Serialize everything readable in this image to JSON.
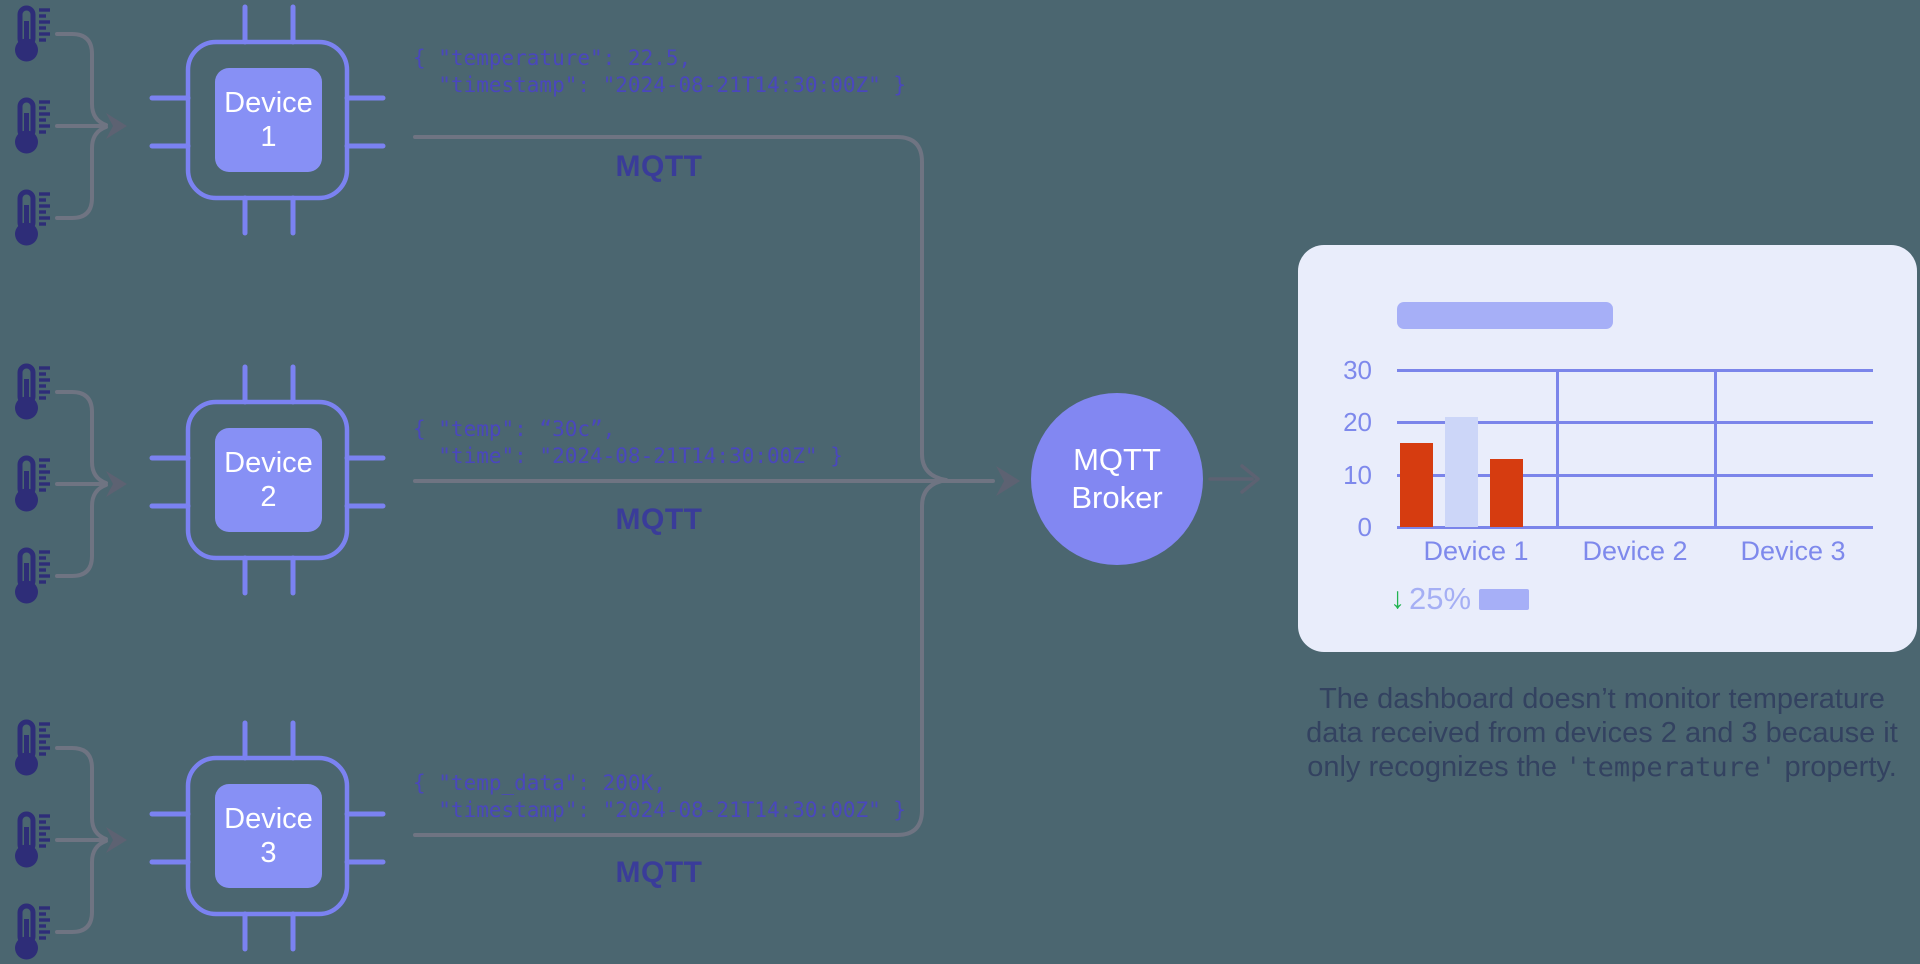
{
  "background_color": "#4b6670",
  "colors": {
    "thermometer": "#2e2d78",
    "connector_gray": "#6f7482",
    "arrowhead_gray": "#5d6272",
    "chip_stroke": "#7b82f1",
    "chip_fill": "#8790f5",
    "broker_fill": "#8287f2",
    "json_text": "#4a47bd",
    "mqtt_label": "#3a3c99",
    "card_background": "#e9edfb",
    "placeholder": "#a6aff7",
    "grid": "#7b85ea",
    "axis_label": "#7e89ec",
    "bar_red": "#d63c10",
    "bar_light": "#ccd6f8",
    "green": "#21b351"
  },
  "devices": [
    {
      "label_top": "Device",
      "label_num": "1",
      "json_line1": "{ \"temperature\": 22.5,",
      "json_line2": "  \"timestamp\": \"2024-08-21T14:30:00Z\" }",
      "protocol": "MQTT"
    },
    {
      "label_top": "Device",
      "label_num": "2",
      "json_line1": "{ \"temp\": “30c”,",
      "json_line2": "  \"time\": \"2024-08-21T14:30:00Z\" }",
      "protocol": "MQTT"
    },
    {
      "label_top": "Device",
      "label_num": "3",
      "json_line1": "{ \"temp_data\": 200K,",
      "json_line2": "  \"timestamp\": \"2024-08-21T14:30:00Z\" }",
      "protocol": "MQTT"
    }
  ],
  "broker": {
    "line1": "MQTT",
    "line2": "Broker"
  },
  "dashboard": {
    "badge": {
      "icon_glyph": "↓",
      "value": "25%"
    },
    "chart_data": {
      "type": "bar",
      "categories": [
        "Device 1",
        "Device 2",
        "Device 3"
      ],
      "bars": [
        {
          "category": "Device 1",
          "values": [
            {
              "value": 16,
              "color": "#d63c10"
            },
            {
              "value": 21,
              "color": "#ccd6f8"
            },
            {
              "value": 13,
              "color": "#d63c10"
            }
          ]
        },
        {
          "category": "Device 2",
          "values": []
        },
        {
          "category": "Device 3",
          "values": []
        }
      ],
      "yticks": [
        0,
        10,
        20,
        30
      ],
      "ytick_labels": [
        "30",
        "20",
        "10",
        "0"
      ],
      "ylim": [
        0,
        30
      ],
      "grid": true,
      "title": "",
      "note": "title shown as placeholder bar"
    }
  },
  "caption": {
    "line1": "The dashboard doesn’t monitor temperature",
    "line2": "data received from devices 2 and 3 because it",
    "line3_prefix": "only recognizes the ",
    "line3_code": "'temperature'",
    "line3_suffix": " property."
  }
}
